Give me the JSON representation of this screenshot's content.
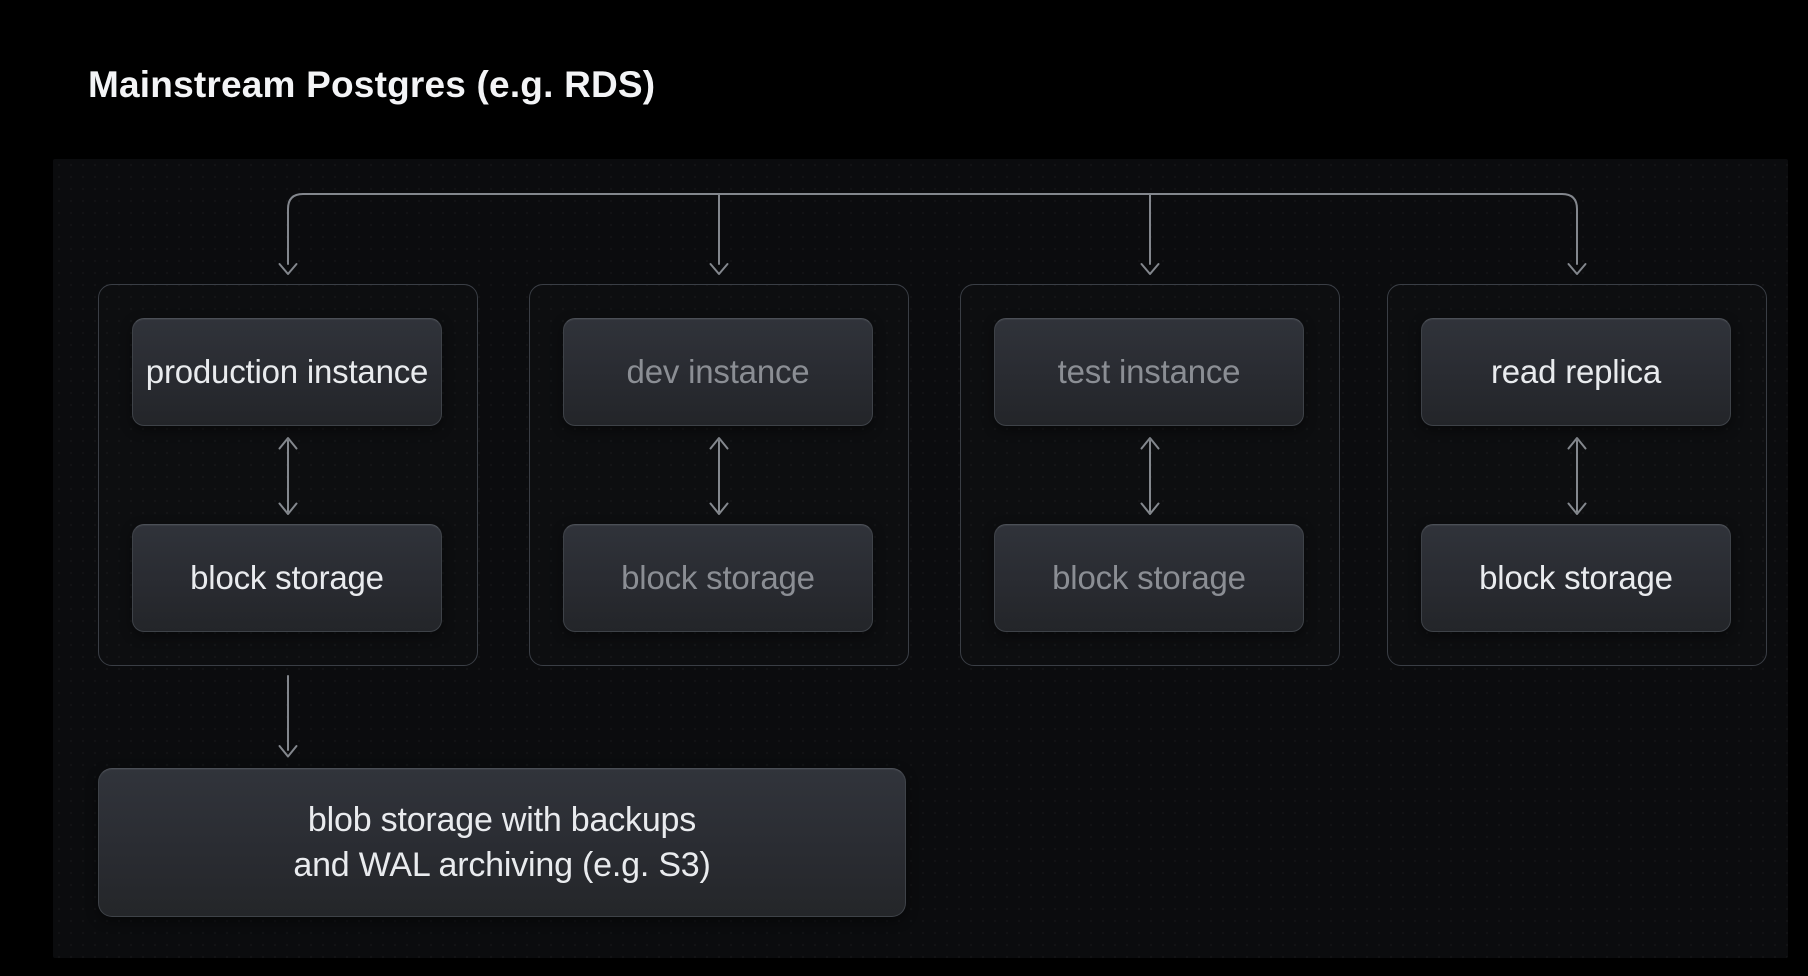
{
  "title": "Mainstream Postgres (e.g. RDS)",
  "diagram": {
    "columns": [
      {
        "id": "production",
        "top_label": "production instance",
        "bottom_label": "block storage",
        "emphasis": "bright"
      },
      {
        "id": "dev",
        "top_label": "dev instance",
        "bottom_label": "block storage",
        "emphasis": "dim"
      },
      {
        "id": "test",
        "top_label": "test instance",
        "bottom_label": "block storage",
        "emphasis": "dim"
      },
      {
        "id": "read-replica",
        "top_label": "read replica",
        "bottom_label": "block storage",
        "emphasis": "bright"
      }
    ],
    "blob_box": {
      "line1": "blob storage with backups",
      "line2": "and WAL archiving (e.g. S3)"
    },
    "colors": {
      "background": "#000000",
      "panel_bg": "#0b0c0e",
      "bright_text": "#e9ebee",
      "dim_text": "#8b8e94",
      "connector_line": "#83878d",
      "box_border": "#3e4248",
      "box_fill_top": "#30333a",
      "box_fill_bottom": "#232529"
    }
  }
}
